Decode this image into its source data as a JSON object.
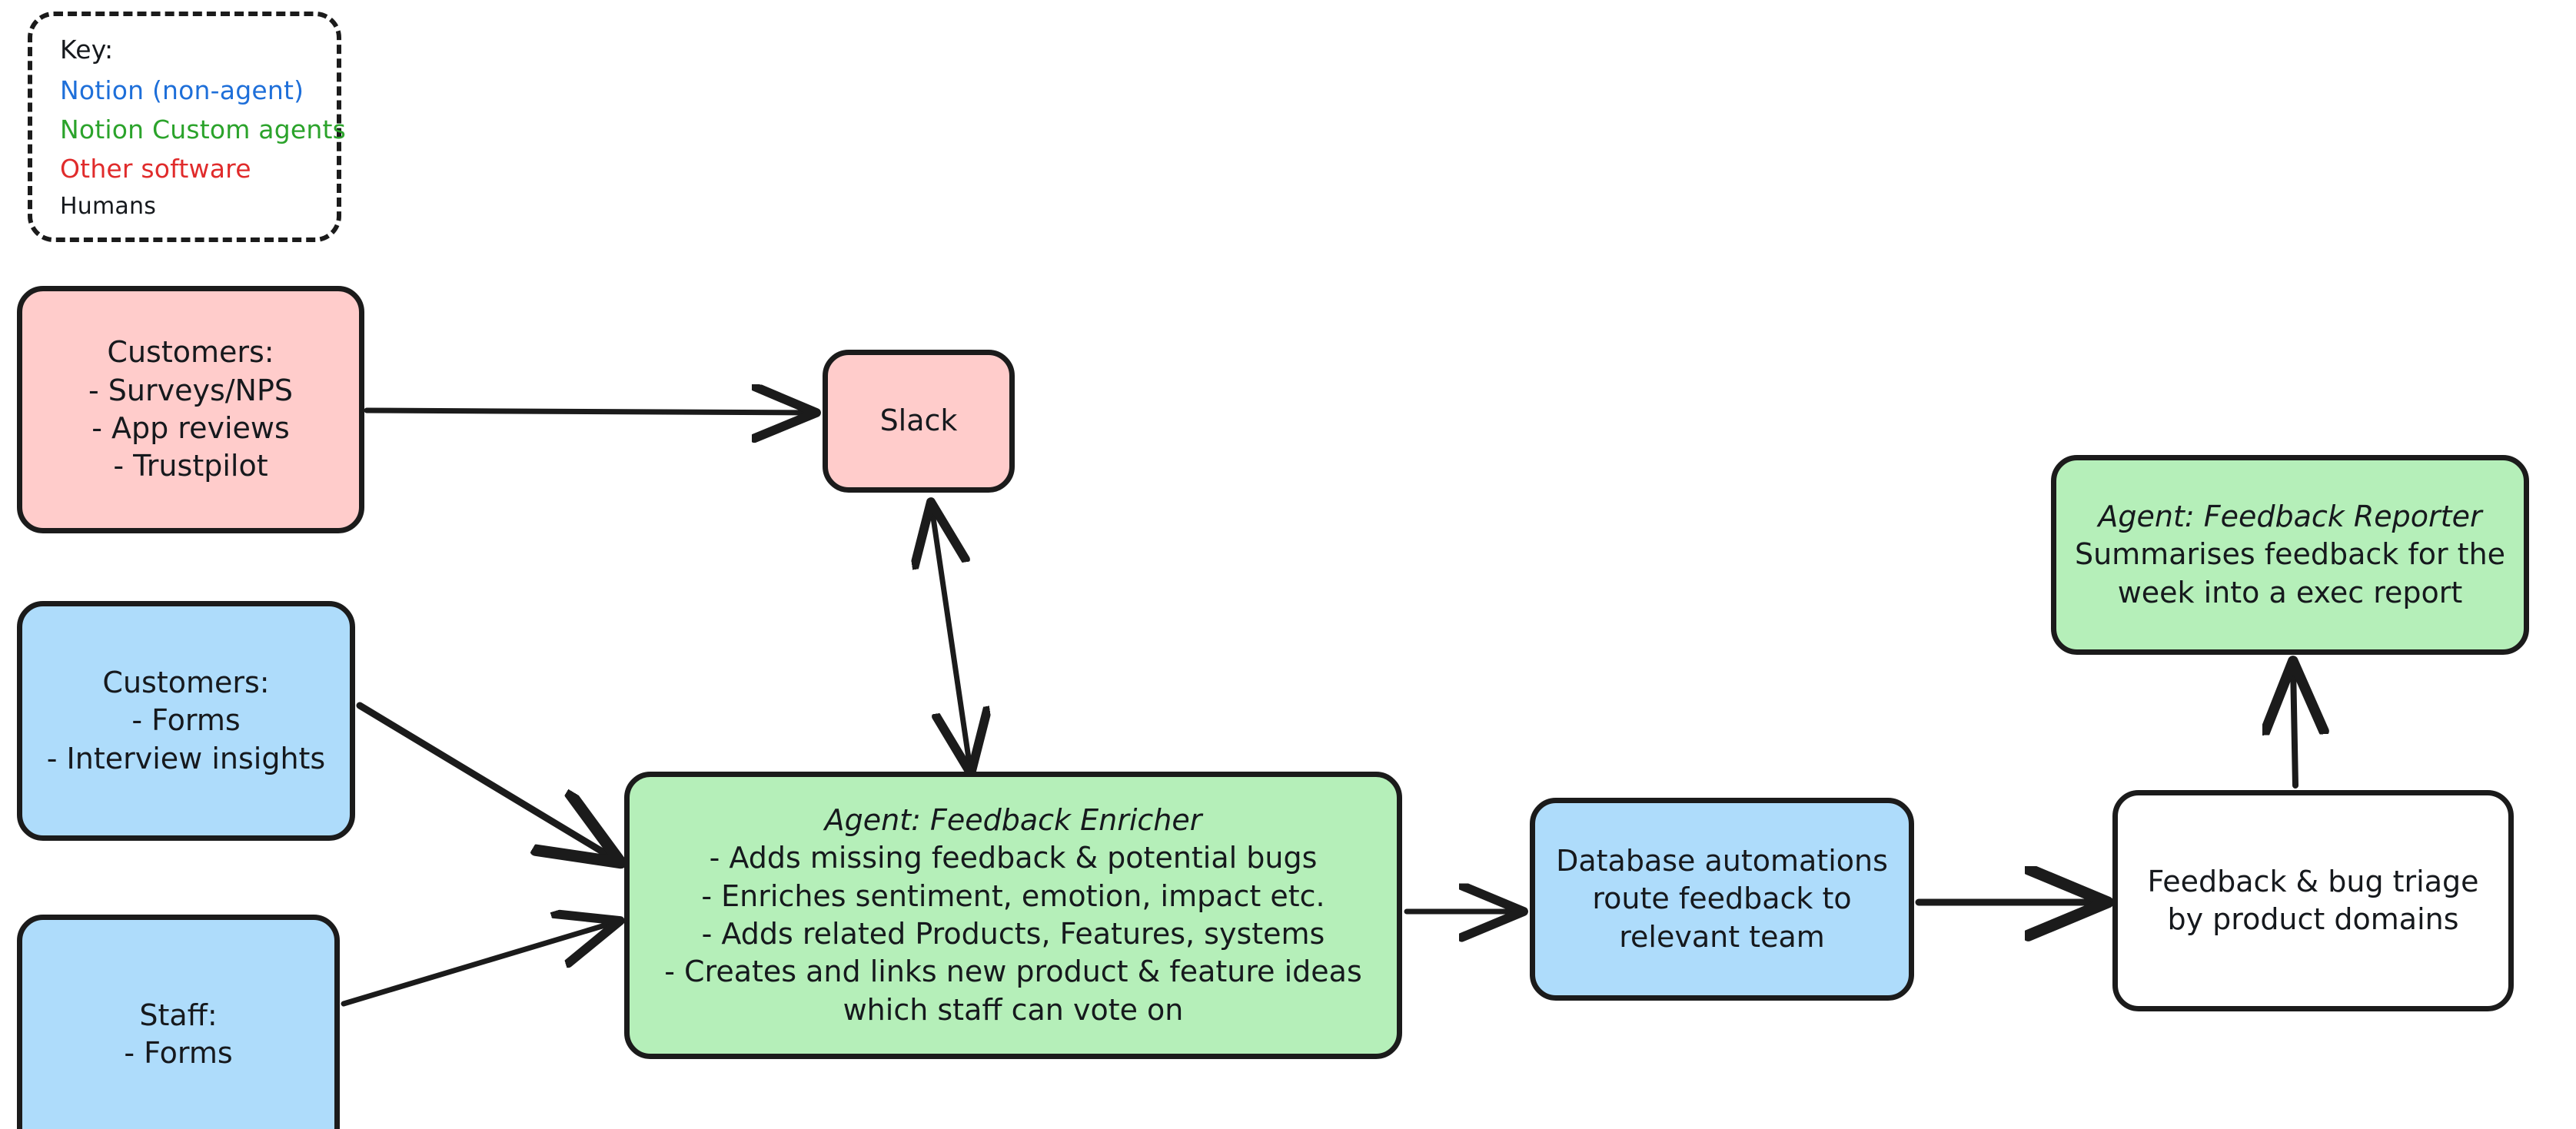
{
  "key": {
    "title": "Key:",
    "items": [
      {
        "label": "Notion (non-agent)",
        "color": "#1e6fd9"
      },
      {
        "label": "Notion Custom agents",
        "color": "#2ba32b"
      },
      {
        "label": "Other software",
        "color": "#e02b2b"
      },
      {
        "label": "Humans",
        "color": "#16191d"
      }
    ]
  },
  "colors": {
    "pink": "#ffcccb",
    "blue": "#aedcfb",
    "green": "#b5efb9",
    "white": "#ffffff",
    "stroke": "#1b1b1b",
    "notion_non_agent": "#1e6fd9",
    "notion_custom_agents": "#2ba32b",
    "other_software": "#e02b2b",
    "humans": "#16191d"
  },
  "nodes": {
    "customers_passive": {
      "category": "Other software",
      "lines": [
        "Customers:",
        "- Surveys/NPS",
        "- App reviews",
        "- Trustpilot"
      ]
    },
    "slack": {
      "category": "Other software",
      "lines": [
        "Slack"
      ]
    },
    "customers_active": {
      "category": "Notion (non-agent)",
      "lines": [
        "Customers:",
        "- Forms",
        "- Interview insights"
      ]
    },
    "staff": {
      "category": "Notion (non-agent)",
      "lines": [
        "Staff:",
        "- Forms"
      ]
    },
    "enricher": {
      "category": "Notion Custom agents",
      "lines": [
        "Agent: Feedback Enricher",
        "- Adds missing feedback & potential bugs",
        "- Enriches sentiment, emotion, impact etc.",
        "- Adds related Products, Features, systems",
        "- Creates and links new product & feature ideas",
        "which staff can vote on"
      ]
    },
    "db_automations": {
      "category": "Notion (non-agent)",
      "lines": [
        "Database automations",
        "route feedback to",
        "relevant team"
      ]
    },
    "triage": {
      "category": "Humans",
      "lines": [
        "Feedback & bug triage",
        "by product domains"
      ]
    },
    "reporter": {
      "category": "Notion Custom agents",
      "lines": [
        "Agent: Feedback Reporter",
        "Summarises feedback for the",
        "week into a exec report"
      ]
    }
  },
  "edges": [
    {
      "from": "customers_passive",
      "to": "slack",
      "direction": "one-way"
    },
    {
      "from": "slack",
      "to": "enricher",
      "direction": "two-way"
    },
    {
      "from": "customers_active",
      "to": "enricher",
      "direction": "one-way"
    },
    {
      "from": "staff",
      "to": "enricher",
      "direction": "one-way"
    },
    {
      "from": "enricher",
      "to": "db_automations",
      "direction": "one-way"
    },
    {
      "from": "db_automations",
      "to": "triage",
      "direction": "one-way"
    },
    {
      "from": "triage",
      "to": "reporter",
      "direction": "one-way"
    }
  ]
}
